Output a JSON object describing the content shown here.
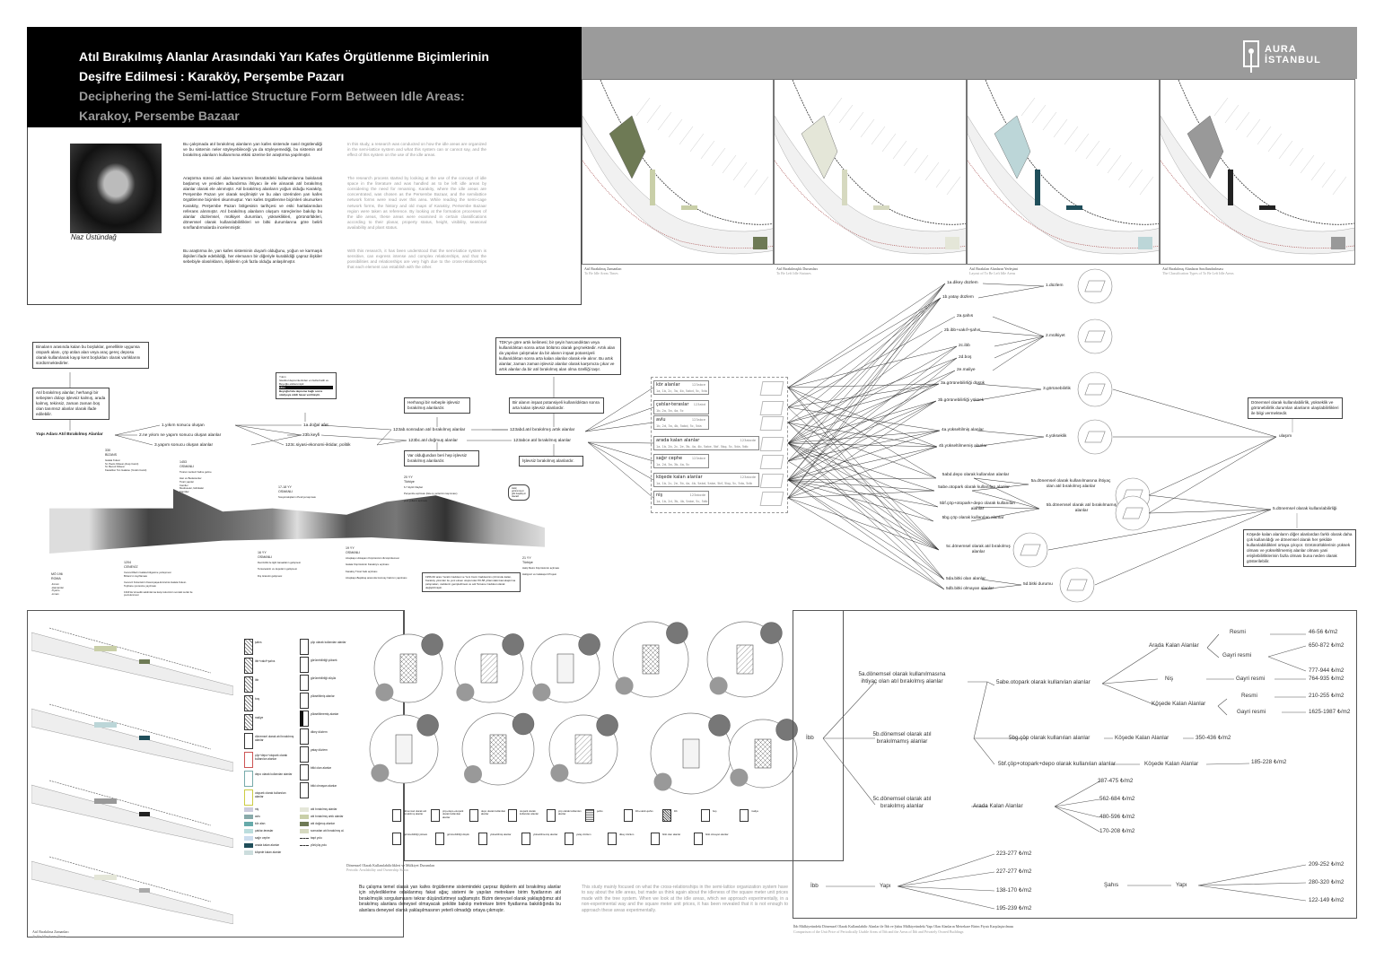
{
  "header": {
    "title_tr_1": "Atıl Bırakılmış Alanlar Arasındaki Yarı Kafes Örgütlenme Biçimlerinin",
    "title_tr_2": "Deşifre Edilmesi : Karaköy, Perşembe Pazarı",
    "title_en_1": "Deciphering the Semi-lattice Structure Form Between Idle Areas:",
    "title_en_2": "Karakoy, Persembe Bazaar"
  },
  "logo": {
    "line1": "AURA",
    "line2": "İSTANBUL"
  },
  "maps": [
    {
      "title": "Atıl Bırakılmış Zamanları",
      "subtitle": "To Be Idle Areas Times"
    },
    {
      "title": "Atıl Bırakılmışlık Durumları",
      "subtitle": "To Be Left Idle Statuses"
    },
    {
      "title": "Atıl Bırakılan Alanların Yerleşimi",
      "subtitle": "Layout of To Be Left Idle Areas"
    },
    {
      "title": "Atıl Bırakılmış Alanların Sınıflandırılması",
      "subtitle": "The Classification Types of To Be Left Idle Areas"
    }
  ],
  "author": {
    "name": "Naz Üstündağ"
  },
  "intro_tr": [
    "Bu çalışmada atıl bırakılmış alanların yarı kafes sistemde nasıl örgütlendiği ve bu sistemin neler söyleyebileceği ya da söyleyemediği, bu sistemin atıl bırakılmış alanların kullanımına etkisi üzerine bir araştırma yapılmıştır.",
    "Araştırma süreci atıl alan kavramının literatürdeki kullanımlarına bakılarak başlamış ve yeniden adlandırma ihtiyacı ile ele alınarak atıl bırakılmış alanlar olarak ele alınmıştır. Atıl bırakılmış alanların yoğun olduğu Karaköy, Perşembe Pazarı yer olarak seçilmiştir ve bu alan üzerinden yarı kafes örgütlenme biçimleri okunmuştur. Yarı kafes örgütlenme biçimleri okunurken Karaköy, Perşembe Pazarı bölgesinin tarihçesi ve eski haritalarından referans alınmıştır. Atıl bırakılmış alanların oluşum süreçlerine bakılıp bu alanlar düzlemsel, mülkiyet durumları, yükseklikleri, görünürlükleri, dönemsel olarak kullanılabilirlikleri ve bitki durumlarına göre belirli sınıflandırmalarda incelenmiştir.",
    "Bu araştırma ile, yarı kafes sisteminin duyarlı olduğunu, yoğun ve karmaşık ilişkileri ifade edebildiği, her elemanın bir diğeriyle kurabildiği çapraz ilişkiler sebebiyle olasılıkların, ilişkilerin çok fazla olduğu anlaşılmıştır."
  ],
  "intro_en": [
    "In this study, a research was conducted on how the idle areas are organized in the semi-lattice system and what this system can or cannot say, and the effect of this system on the use of the idle areas.",
    "The research process started by looking at the use of the concept of idle space in the literature and was handled as to be left idle areas by considering the need for renaming. Karaköy, where the idle areas are concentrated, was chosen as the Persembe Bazaar, and the semilattice network forms were read over this area. While reading the semi-cage network forms, the history and old maps of Karaköy, Persembe Bazaar region were taken as reference. By looking at the formation processes of the idle areas, these areas were examined in certain classifications according to their planar, property status, height, visibility, seasonal availability and plant status.",
    "With this research, it has been understood that the semi-lattice system is sensitive, can express intense and complex relationships, and that the possibilities and relationships are very high due to the cross-relationships that each element can establish with the other."
  ],
  "notes": {
    "n1": "Binaların arasında kalan bu boşluklar, genellikle uygunsa otopark alanı, çöp atılan alan veya araç gereç deposu olarak kullanılarak kayıp kent boşlukları olarak varlıklarını sürdürmektedirler.",
    "n2": "Atıl bırakılmış alanlar, herhangi bir sebepten dolayı işlevsiz kalmış, arada kalmış, tekinsiz, zaman zaman boş olan tanımsız alanlar olarak ifade edilebilir.",
    "n3a": "Yıkım",
    "n3b": "İstanbul depremlerinden en fazla Fatih ve Beyoğlu etkilenmiştir.",
    "n3c": "1894",
    "n3d": "Beyoğlu'nda depreme bağlı sonra stüdyoya ciddi hasar verilmiştir.",
    "n4": "Herhangi bir sebeple işlevsiz bırakılmış alanlardır.",
    "n5": "Var olduğundan beri hep işlevsiz bırakılmış alanlardır.",
    "n6": "TDK'ye göre artık kelimesi; bir şeyin harcandıktan veya kullanıldıktan sonra artan bölümü olarak geçmektedir. Artık alan da yapılan çalışmalar da bir alanın inşaat potansiyeli kullanıldıktan sonra arta kalan alanlar olarak ele alınır. Bu artık alanlar, zaman zaman işlevsiz alanlar olarak karşımıza çıkar ve artık alanlar da bir atıl bırakılmış alan olma özelliği taşır.",
    "n7": "Bir alanın inşaat potansiyeli kullanıldıktan sonra arta kalan işlevsiz alanlardır.",
    "n8": "İşlevsiz bırakılmış alanlardır.",
    "n9": "Dönemsel olarak kullanılabilirlik, yükseklik ve görünebilirlik durumları alanların ulaşılabilirlikleri ile bilgi vermektedir.",
    "n10": "Köşede kalan alanların diğer alanlardan farklı olarak daha çok kullanıldığı ve dönemsel olarak her şekilde kullanılabildikleri ortaya çıkıyor. Görünürlüklerinin yüksek olması ve yükseltilmemiş alanlar olması yani erişilebilirliklerinin fazla olması buna neden olarak gösterilebilir."
  },
  "tree1": {
    "root": "Yapı Adası Atıl Bırakılmış Alanlar",
    "a": "1.yıkım sonucu oluşan",
    "b": "2.ne yıkım ne yapım sonucu oluşan alanlar",
    "c": "3.yapım sonucu oluşan alanlar",
    "d": "1a.doğal afet",
    "e": "23b.keyfi",
    "f": "123c.siyasi-ekonomi-iktidar, politik",
    "g": "123ab.sonradan atıl bırakılmış alanlar",
    "h": "123bc.atıl doğmuş alanlar",
    "i": "123abd.atıl bırakılmış artık alanlar",
    "j": "123abce.atıl bırakılmış alanlar"
  },
  "timeline": [
    {
      "date": "MÖ 196",
      "era": "ROMA",
      "text": "-Forum\n-Hamamlar\n-Tiyatro\n-Liman"
    },
    {
      "date": "330",
      "era": "BİZANS",
      "text": "Galata Kulesi\nSt. Paolo Kilisesi (Arap Camii)\nSt. Benoit Kilisesi\nKastellion Ton Galatou (Yeraltı Camii)"
    },
    {
      "date": "1204",
      "era": "CENEVİZ",
      "text": "Cenevizlilerin Galata bölgesine yerleşmesi\nBizans'ın zayıflaması\n\nCeneviz Kolonisinin Kasımpaşa-Eminönü-Galata Kulesi-Tophane çevresine yayılması\n\n1316'da Venedik saldırılarına karşı kolonimin sonraki surlar ile çevrelenmesi"
    },
    {
      "date": "1453",
      "era": "OSMANLI",
      "text": "Ticaret merkezi haline gelme\n\nHan ve Bedestenler\nTicari yapılar\nCamiler\nMedreseler, fabrikalar\nKöprüler"
    },
    {
      "date": "16 YY",
      "era": "OSMANLI",
      "text": "Denizcilik ile ilgili zanaatların gelişmesi\n\nTersanelerin ve depoların gelişmesi\n\nDış ticaretin gelişmesi"
    },
    {
      "date": "17-18 YY",
      "era": "OSMANLI",
      "text": "Sosyal akışlarını Pera'ya taşıması"
    },
    {
      "date": "19 YY",
      "era": "OSMANLI",
      "text": "Azapkapı-Unkapanı Köprüsünün ilk köprülemesi\n\nGalata Köprüsünün Karaköy'e açılması\n\nKaraköy Tünel hattı açılması\n\nAzapkapı-Beşiktaş arasında tramvay hattının yapılması"
    },
    {
      "date": "20 YY",
      "era": "Türkiye",
      "text": "6-7 Eylül Olayları\n\nPerşembe açılması (liste iş yerlerinin taşınması)\n\nyeni yolların açılması"
    },
    {
      "date": "21 YY",
      "era": "Türkiye",
      "text": "Haliç Metro Köprüsünün açılması\n\nHaliçport ve Galataport Projesi"
    }
  ],
  "timeline_note": "1956-60 arası Yeraltı Caddesi ve Yeni Cami Caddesinin çiziminde kalan, Karaköy yıkımları ile yeni eksen oluşturulan 56-58 yıllarındaki kamulaştırma çalışmaları, caddenin genişletilmesi ve adı Tersane Caddesi olarak değiştirilmiştir.",
  "speech": "Haliç görünmüyor gibi başlatıyor olacak!",
  "items": [
    {
      "name": "kör alanlar",
      "key": "123abce",
      "codes": "1a, 1b, 2c, 3a, 4b, 5abd, 5c, 5da"
    },
    {
      "name": "çatılar-teraslar",
      "key": "123abd",
      "codes": "1b, 2a, 3a, 4a, 5c"
    },
    {
      "name": "avlu",
      "key": "123abce",
      "codes": "1b, 2d, 3a, 4b, 5abd, 5c, 5da"
    },
    {
      "name": "arada kalan alanlar",
      "key": "123abcde",
      "codes": "1a, 1b, 2b, 2c, 2e, 3b, 4a, 4b, 5abe, 5bf, 5bg, 5c, 5da, 5db"
    },
    {
      "name": "sağır cephe",
      "key": "123abce",
      "codes": "1a, 2d, 3a, 3b, 4a, 5c"
    },
    {
      "name": "köşede kalan alanlar",
      "key": "123abcde",
      "codes": "1a, 1b, 2c, 2e, 3b, 4a, 4b, 5abd, 5abe, 5bf, 5bg, 5c, 5da, 5db"
    },
    {
      "name": "niş",
      "key": "123abcde",
      "codes": "1a, 1b, 2d, 3b, 4b, 5abe, 5c, 5db"
    }
  ],
  "lattice": {
    "nodes": {
      "1a": "1a.dikey düzlem",
      "1b": "1b.yatay düzlem",
      "2a": "2a.şahıs",
      "2b": "2b.ibb+vakıf+şahıs",
      "2c": "2c.ibb",
      "2d": "2d.boş",
      "2e": "2e.maliye",
      "3a": "3a.görünebilirliği düşük",
      "3b": "3b.görünebilirliği yüksek",
      "4a": "4a.yükseltilmiş alanlar",
      "4b": "4b.yükseltilmemiş alanlar",
      "5abd": "5abd.depo olarak kullanılan alanlar",
      "5abe": "5abe.otopark olarak kullanılan alanlar",
      "5bf": "5bf.çöp+otopark+depo olarak kullanılan alanlar",
      "5bg": "5bg.çöp olarak kullanılan alanlar",
      "5c": "5c.dönemsel olarak atıl bırakılmış alanlar",
      "5da": "5da.bitki olan alanlar",
      "5db": "5db.bitki olmayan alanlar"
    },
    "groups": {
      "g1": "1.düzlem",
      "g2": "2.mülkiyet",
      "g3": "3.görünebilirlik",
      "g4": "4.yükseklik",
      "g5a": "5a.dönemsel olarak kullanılmasına ihtiyaç olan atıl bırakılmış alanlar",
      "g5b": "5b.dönemsel olarak atıl bırakılmamış alanlar",
      "g5d": "5d.bitki durumu"
    },
    "targets": {
      "t1": "ulaşım",
      "t2": "5.dönemsel olarak kullanılabilirliği"
    }
  },
  "left_panel": {
    "title": "Atıl Bırakılma Zamanları",
    "subtitle": "To Be Idle Areas Times",
    "legend_a": [
      "şahıs",
      "ibb+vakıf+şahıs",
      "ibb",
      "boş",
      "maliye",
      "dönemsel olarak atıl bırakılmış alanlar",
      "çöp+depo+otopark olarak kullanılan alanlar",
      "depo olarak kullanılan alanlar",
      "otopark olarak kullanılan alanlar"
    ],
    "legend_b": [
      "çöp olarak kullanılan alanlar",
      "görünebilirliği yüksek",
      "görünebilirliği düşük",
      "yükseltilmiş alanlar",
      "yükseltilmemiş alanlar",
      "dikey düzlem",
      "yatay düzlem",
      "bitki olan alanlar",
      "bitki olmayan alanlar"
    ],
    "legend_c": [
      "niş",
      "avlu",
      "kör alan",
      "çatılar-teraslar",
      "sağır cephe",
      "arada kalan alanlar",
      "köşede kalan alanlar"
    ],
    "legend_d": [
      "atıl bırakılmış alanlar",
      "atıl bırakılmış artık alanlar",
      "atıl doğmuş alanlar",
      "sonradan atıl bırakılmış al.",
      "taşıt yolu",
      "yürüyüş yolu"
    ]
  },
  "mid_panel": {
    "title": "Dönemsel Olarak Kullanılabilirlikleri ve Mülkiyet Durumları",
    "subtitle": "Periodic Availability and Ownership Status",
    "legend": [
      "dönemsel olarak atıl bırakılmış alanlar",
      "çöp+depo+otopark olarak kullanılan alanlar",
      "depo olarak kullanılan alanlar",
      "otopark olarak kullanılan alanlar",
      "çöp olarak kullanılan alanlar",
      "şahıs",
      "ibb+vakıf+şahıs",
      "ibb",
      "boş",
      "maliye",
      "görünebilirliği yüksek",
      "görünebilirliği düşük",
      "yükseltilmiş alanlar",
      "yükseltilmemiş alanlar",
      "yatay düzlem",
      "dikey düzlem",
      "bitki olan alanlar",
      "bitki olmayan alanlar"
    ],
    "conclusion_tr": "Bu çalışma temel olarak yarı kafes örgütlenme sistemindeki çarpraz ilişkilerin atıl bırakılmış alanlar için söylediklerine odaklanmış fakat ağaç sistemi ile yapılan metrekare birim fiyatlarının atıl bırakılmışlık sorgulamasını tekrar düşündürtmeyi sağlamıştır. Bizim deneysel olarak yaklaştığımız atıl bırakılmış alanlara deneysel olmayacak şekilde bakılıp metrekare birim fiyatlarına bakıldığında bu alanlara deneysel olarak yaklaşılmasının yeterli olmadığı ortaya çıkmıştır.",
    "conclusion_en": "This study mainly focused on what the cross-relationships in the semi-lattice organization system have to say about the idle areas, but made us think again about the idleness of the square meter unit prices made with the tree system. When we look at the idle areas, which we approach experimentally, in a non-experimental way and the square meter unit prices, it has been revealed that it is not enough to approach these areas experimentally."
  },
  "tree2": {
    "ibb": "İbb",
    "t5a": "5a.dönemsel olarak kullanılmasına ihtiyaç olan atıl bırakılmış alanlar",
    "t5b": "5b.dönemsel olarak atıl bırakılmamış alanlar",
    "t5c": "5c.dönemsel olarak atıl bırakılmış alanlar",
    "t5abe": "5abe.otopark olarak kullanılan alanlar",
    "arada": "Arada Kalan Alanlar",
    "nis": "Niş",
    "kose": "Köşede Kalan Alanlar",
    "resmi": "Resmi",
    "gayri": "Gayri resmi",
    "p1": "46-56 ₺/m2",
    "p2": "650-872 ₺/m2",
    "p3": "777-944 ₺/m2",
    "p4": "764-935 ₺/m2",
    "p5": "210-255 ₺/m2",
    "p6": "1625-1987 ₺/m2",
    "t5bg": "5bg.çöp olarak kullanılan alanlar",
    "p7": "350-436 ₺/m2",
    "t5bf": "5bf.çöp+otopark+depo olarak kullanılan alanlar",
    "p8": "185-228 ₺/m2",
    "p9": "387-475 ₺/m2",
    "p10": "562-684 ₺/m2",
    "p11": "480-596 ₺/m2",
    "p12": "170-208 ₺/m2",
    "yapi": "Yapı",
    "sahis": "Şahıs",
    "p13": "223-277 ₺/m2",
    "p14": "227-277 ₺/m2",
    "p15": "138-170 ₺/m2",
    "p16": "195-239 ₺/m2",
    "p17": "209-252 ₺/m2",
    "p18": "280-320 ₺/m2",
    "p19": "122-149 ₺/m2",
    "title": "İbb Mülkiyetindeki Dönemsel Olarak Kullanılabilir Alanlar ile İbb ve Şahıs Mülkiyetindeki Yapı Olan Alanların Metrekare Birim Fiyatı Karşılaştırılması",
    "subtitle": "Comparison of the Unit Price of Periodically Usable Areas of İbb and the Areas of İbb and Privately Owned Buildings"
  },
  "colors": {
    "header_bg": "#000000",
    "band": "#9b9b9b",
    "olive": "#6e7a55",
    "teal": "#1f4e5a",
    "light_teal": "#bcd6d8"
  }
}
